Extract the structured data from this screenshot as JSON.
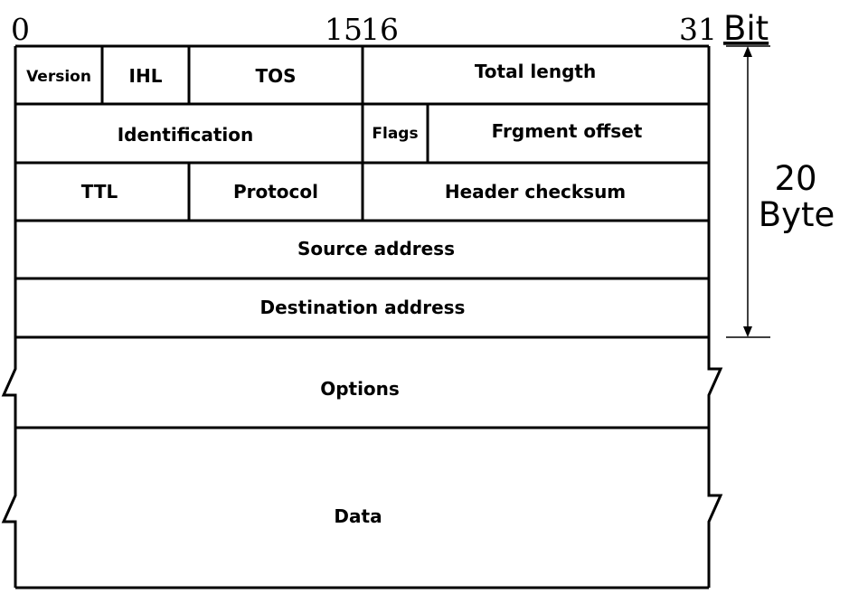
{
  "bit_scale": {
    "start": "0",
    "mid_left": "15",
    "mid_right": "16",
    "end": "31",
    "unit": "Bit"
  },
  "fields": {
    "version": "Version",
    "ihl": "IHL",
    "tos": "TOS",
    "total_length": "Total length",
    "identification": "Identification",
    "flags": "Flags",
    "fragment_offset": "Frgment offset",
    "ttl": "TTL",
    "protocol": "Protocol",
    "header_checksum": "Header checksum",
    "source_address": "Source address",
    "destination_address": "Destination address",
    "options": "Options",
    "data": "Data"
  },
  "header_size": {
    "value": "20",
    "unit": "Byte"
  }
}
